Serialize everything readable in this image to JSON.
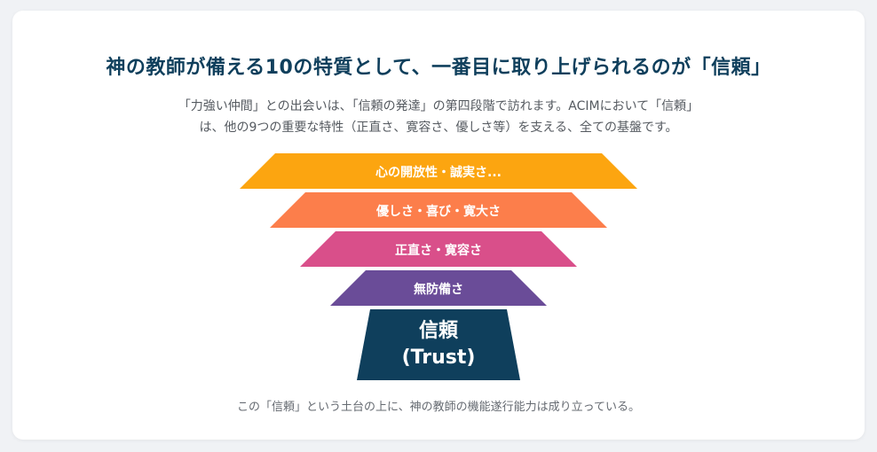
{
  "title": "神の教師が備える10の特質として、一番目に取り上げられるのが「信頼」",
  "subtitle": {
    "line1": "「力強い仲間」との出会いは、「信頼の発達」の第四段階で訪れます。ACIMにおいて「信頼」",
    "line2": "は、他の9つの重要な特性（正直さ、寛容さ、優しさ等）を支える、全ての基盤です。"
  },
  "pyramid": {
    "tiers": [
      {
        "label": "心の開放性・誠実さ...",
        "color": "#fca510"
      },
      {
        "label": "優しさ・喜び・寛大さ",
        "color": "#fc7e4b"
      },
      {
        "label": "正直さ・寛容さ",
        "color": "#d94f8a"
      },
      {
        "label": "無防備さ",
        "color": "#6a4c98"
      }
    ],
    "base": {
      "label_line1": "信頼",
      "label_line2": "(Trust)",
      "color": "#0f3f5c"
    }
  },
  "footer": "この「信頼」という土台の上に、神の教師の機能遂行能力は成り立っている。"
}
